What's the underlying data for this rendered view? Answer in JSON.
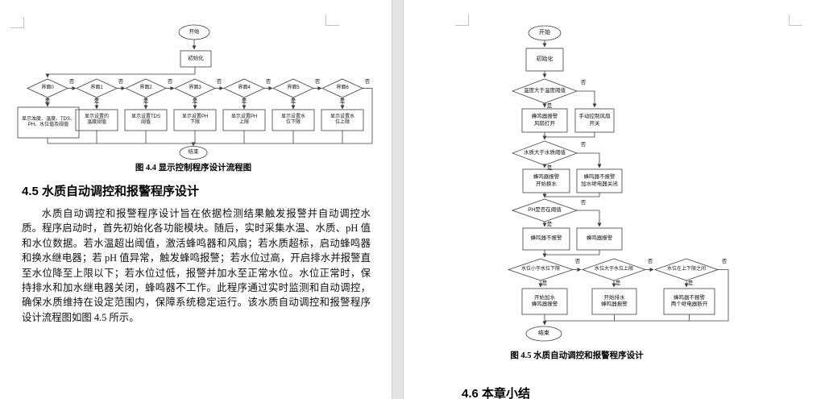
{
  "colors": {
    "canvas_bg": "#e4e4e4",
    "page_bg": "#ffffff",
    "flowchart_line": "#3f3f3f",
    "text": "#111111"
  },
  "left_page": {
    "figure44": {
      "start": "开始",
      "init": "初始化",
      "end": "结束",
      "yes": "是",
      "no": "否",
      "branches": [
        {
          "cond": "界面0",
          "action": "显示浊度、温度、TDS、PH、水位值及阈值"
        },
        {
          "cond": "界面1",
          "action": "显示设置的\n温度阈值"
        },
        {
          "cond": "界面2",
          "action": "显示设置TDS\n阈值"
        },
        {
          "cond": "界面3",
          "action": "显示设置PH\n下限"
        },
        {
          "cond": "界面4",
          "action": "显示设置PH\n上限"
        },
        {
          "cond": "界面5",
          "action": "显示设置水\n位下限"
        },
        {
          "cond": "界面6",
          "action": "显示设置水\n位上限"
        }
      ],
      "caption": "图 4.4 显示控制程序设计流程图"
    },
    "section": {
      "heading": "4.5 水质自动调控和报警程序设计",
      "paragraph": "水质自动调控和报警程序设计旨在依据检测结果触发报警并自动调控水质。程序启动时，首先初始化各功能模块。随后，实时采集水温、水质、pH 值和水位数据。若水温超出阈值，激活蜂鸣器和风扇；若水质超标，启动蜂鸣器和换水继电器；若 pH 值异常，触发蜂鸣报警；若水位过高，开启排水并报警直至水位降至上限以下；若水位过低，报警并加水至正常水位。水位正常时，保持排水和加水继电器关闭，蜂鸣器不工作。此程序通过实时监测和自动调控，确保水质维持在设定范围内，保障系统稳定运行。该水质自动调控和报警程序设计流程图如图 4.5 所示。"
    }
  },
  "right_page": {
    "figure45": {
      "start": "开始",
      "init": "初始化",
      "end": "结束",
      "yes": "是",
      "no": "否",
      "steps": [
        {
          "cond": "温度大于温度阈值",
          "yes_action": "蜂鸣器报警\n风扇打开",
          "no_action": "手动控制风扇\n开关"
        },
        {
          "cond": "水质大于水质阈值",
          "yes_action": "蜂鸣器报警\n开始换水",
          "no_action": "蜂鸣器不报警\n加水继电器关闭"
        },
        {
          "cond": "PH是否在阈值",
          "yes_action": "蜂鸣器不报警",
          "no_action": "蜂鸣器报警"
        }
      ],
      "level_branches": [
        {
          "cond": "水位小于水位下限",
          "action": "开始加水\n蜂鸣器报警"
        },
        {
          "cond": "水位大于水位上限",
          "action": "开始排水\n蜂鸣器报警"
        },
        {
          "cond": "水位在上下限之间",
          "action": "蜂鸣器不报警\n两个继电器断开"
        }
      ],
      "caption": "图 4.5 水质自动调控和报警程序设计"
    },
    "next_section": {
      "heading": "4.6 本章小结"
    }
  }
}
